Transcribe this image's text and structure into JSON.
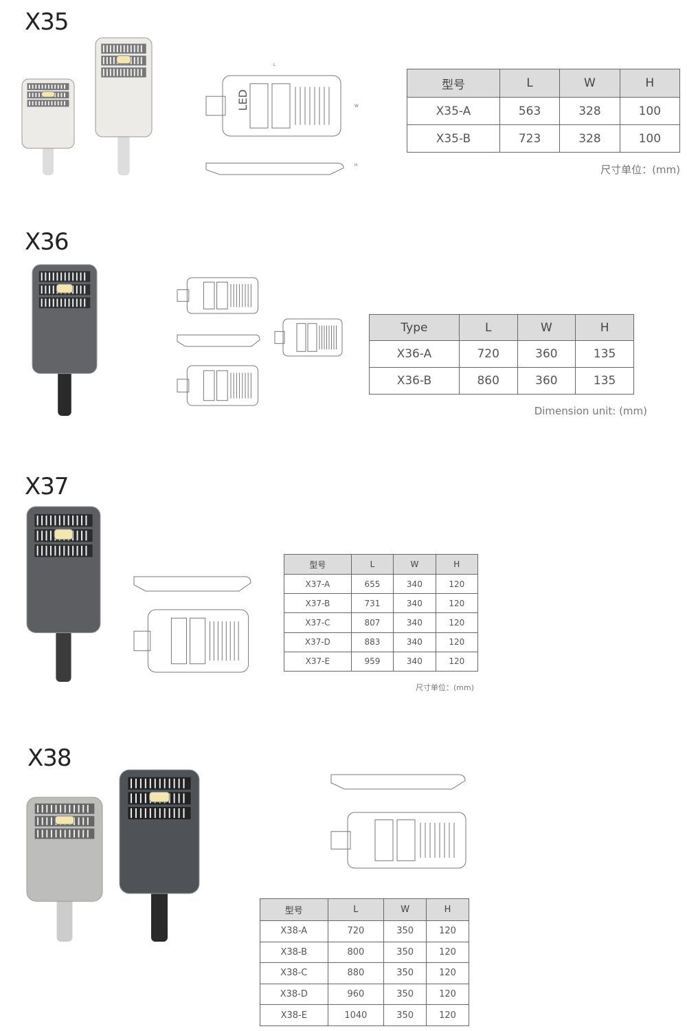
{
  "sections": [
    {
      "title": "X35",
      "headers": [
        "型号",
        "L",
        "W",
        "H"
      ],
      "rows": [
        [
          "X35-A",
          "563",
          "328",
          "100"
        ],
        [
          "X35-B",
          "723",
          "328",
          "100"
        ]
      ],
      "note": "尺寸单位：(mm)",
      "drawing_text": "LED"
    },
    {
      "title": "X36",
      "headers": [
        "Type",
        "L",
        "W",
        "H"
      ],
      "rows": [
        [
          "X36-A",
          "720",
          "360",
          "135"
        ],
        [
          "X36-B",
          "860",
          "360",
          "135"
        ]
      ],
      "note": "Dimension unit: (mm)"
    },
    {
      "title": "X37",
      "headers": [
        "型号",
        "L",
        "W",
        "H"
      ],
      "rows": [
        [
          "X37-A",
          "655",
          "340",
          "120"
        ],
        [
          "X37-B",
          "731",
          "340",
          "120"
        ],
        [
          "X37-C",
          "807",
          "340",
          "120"
        ],
        [
          "X37-D",
          "883",
          "340",
          "120"
        ],
        [
          "X37-E",
          "959",
          "340",
          "120"
        ]
      ],
      "note": "尺寸单位：(mm)"
    },
    {
      "title": "X38",
      "headers": [
        "型号",
        "L",
        "W",
        "H"
      ],
      "rows": [
        [
          "X38-A",
          "720",
          "350",
          "120"
        ],
        [
          "X38-B",
          "800",
          "350",
          "120"
        ],
        [
          "X38-C",
          "880",
          "350",
          "120"
        ],
        [
          "X38-D",
          "960",
          "350",
          "120"
        ],
        [
          "X38-E",
          "1040",
          "350",
          "120"
        ]
      ]
    }
  ],
  "dim_labels": {
    "l": "L",
    "w": "W",
    "h": "H"
  },
  "colors": {
    "lamp_white": "#e8e8e6",
    "lamp_dark": "#5e6063",
    "lamp_silver": "#b9b9b7",
    "table_header": "#dcdcdc"
  }
}
